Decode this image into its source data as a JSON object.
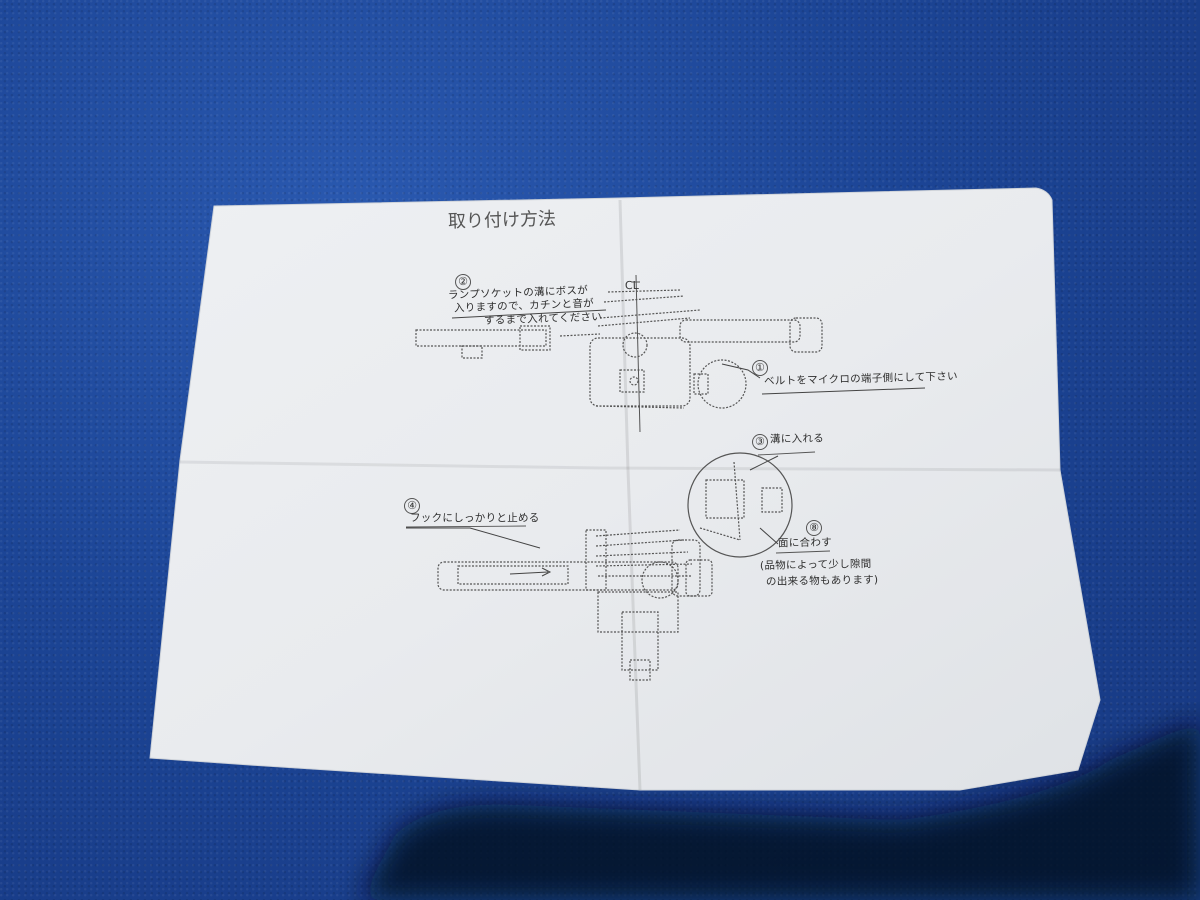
{
  "sheet": {
    "title": "取り付け方法",
    "centerline_label": "CL"
  },
  "steps": {
    "step2": {
      "number": "②",
      "line1": "ランプソケットの溝にボスが",
      "line2": "入りますので、カチンと音が",
      "line3": "するまで入れてください"
    },
    "step1": {
      "number": "①",
      "text": "ベルトをマイクロの端子側にして下さい"
    },
    "step3": {
      "number": "③",
      "text": "溝に入れる"
    },
    "step4": {
      "number": "④",
      "text": "フックにしっかりと止める"
    },
    "step8": {
      "number": "⑧",
      "text": "面に合わす",
      "note1": "(品物によって少し隙間",
      "note2": "の出来る物もあります)"
    }
  },
  "colors": {
    "carpet": "#1c4596",
    "paper": "#ebecef",
    "ink": "#3a3a3a"
  }
}
